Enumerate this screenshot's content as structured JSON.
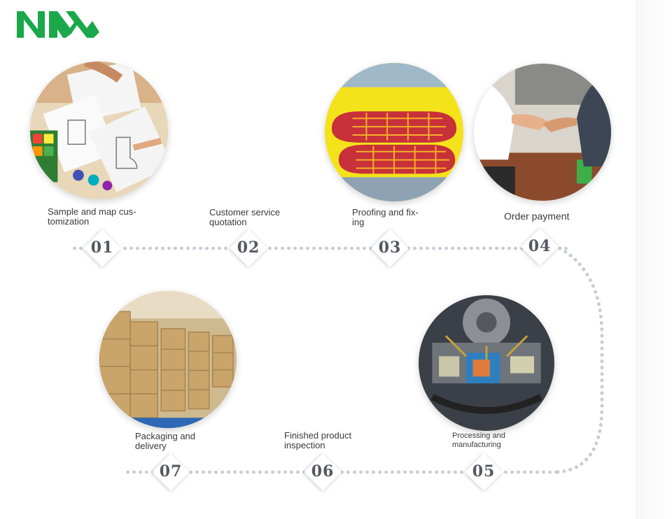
{
  "brand": {
    "logo_icon": "nm-logo",
    "logo_color": "#1aa84a"
  },
  "steps": [
    {
      "number": "01",
      "label_line1": "Sample and map cus-",
      "label_line2": "tomization",
      "image": "design-sketches-photo"
    },
    {
      "number": "02",
      "label_line1": "Customer service",
      "label_line2": "quotation",
      "image": ""
    },
    {
      "number": "03",
      "label_line1": "Proofing and fix-",
      "label_line2": "ing",
      "image": "sock-sole-printing-photo"
    },
    {
      "number": "04",
      "label_line1": "Order payment",
      "label_line2": "",
      "image": "handshake-photo"
    },
    {
      "number": "05",
      "label_line1": "Processing and",
      "label_line2": "manufacturing",
      "image": "knitting-machine-photo"
    },
    {
      "number": "06",
      "label_line1": "Finished product",
      "label_line2": "inspection",
      "image": ""
    },
    {
      "number": "07",
      "label_line1": "Packaging and",
      "label_line2": "delivery",
      "image": "warehouse-boxes-photo"
    }
  ],
  "colors": {
    "dots": "#c9cbd6",
    "number_text": "#555861",
    "label_text": "#3a3a3a"
  }
}
